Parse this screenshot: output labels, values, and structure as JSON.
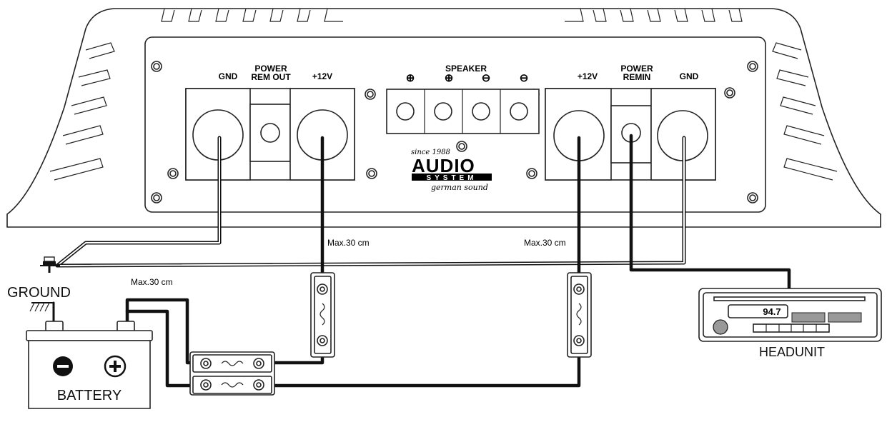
{
  "amplifier": {
    "left_terminals": {
      "gnd": "GND",
      "power_rem_out_1": "POWER",
      "power_rem_out_2": "REM OUT",
      "plus12v": "+12V"
    },
    "speaker": {
      "title": "SPEAKER",
      "symbols": [
        "⊕",
        "⊕",
        "⊖",
        "⊖"
      ]
    },
    "right_terminals": {
      "plus12v": "+12V",
      "power_remin_1": "POWER",
      "power_remin_2": "REMIN",
      "gnd": "GND"
    },
    "logo": {
      "since": "since 1988",
      "brand": "AUDIO",
      "sub": "SYSTEM",
      "tagline": "german sound"
    }
  },
  "wiring": {
    "max_left": "Max.30 cm",
    "max_right": "Max.30 cm",
    "max_battery": "Max.30 cm"
  },
  "ground": {
    "label": "GROUND"
  },
  "battery": {
    "label": "BATTERY",
    "neg": "−",
    "pos": "+"
  },
  "headunit": {
    "label": "HEADUNIT",
    "display": "94.7"
  }
}
